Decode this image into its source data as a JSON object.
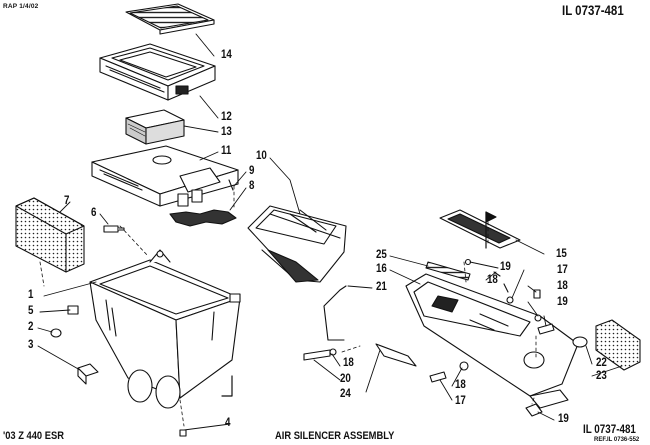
{
  "header": {
    "date_code": "RAP 1/4/02",
    "illustration_id_top": "IL 0737-481"
  },
  "footer": {
    "model": "'03 Z 440 ESR",
    "title": "AIR SILENCER ASSEMBLY",
    "illustration_id_bottom": "IL 0737-481",
    "reference": "REF.IL 0736-552"
  },
  "callouts": {
    "c1": "1",
    "c2": "2",
    "c3": "3",
    "c4": "4",
    "c5": "5",
    "c6": "6",
    "c7": "7",
    "c8": "8",
    "c9": "9",
    "c10": "10",
    "c11": "11",
    "c12": "12",
    "c13": "13",
    "c14": "14",
    "c15": "15",
    "c16": "16",
    "c17a": "17",
    "c17b": "17",
    "c18a": "18",
    "c18b": "18",
    "c18c": "18",
    "c18d": "18",
    "c19a": "19",
    "c19b": "19",
    "c19c": "19",
    "c20": "20",
    "c21": "21",
    "c22": "22",
    "c23": "23",
    "c24": "24",
    "c25": "25"
  }
}
